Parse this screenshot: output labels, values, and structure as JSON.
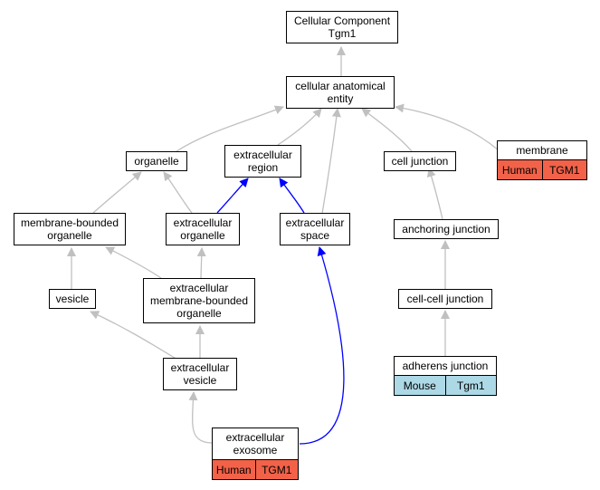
{
  "colors": {
    "edge_gray": "#c0c0c0",
    "edge_blue": "#0000ff",
    "human_badge": "#f26249",
    "mouse_badge": "#add8e6"
  },
  "nodes": {
    "root": {
      "line1": "Cellular Component",
      "line2": "Tgm1"
    },
    "cellular_anatomical_entity": {
      "line1": "cellular anatomical",
      "line2": "entity"
    },
    "organelle": {
      "line1": "organelle"
    },
    "extracellular_region": {
      "line1": "extracellular",
      "line2": "region"
    },
    "cell_junction": {
      "line1": "cell junction"
    },
    "membrane": {
      "line1": "membrane"
    },
    "membrane_bounded_organelle": {
      "line1": "membrane-bounded",
      "line2": "organelle"
    },
    "extracellular_organelle": {
      "line1": "extracellular",
      "line2": "organelle"
    },
    "extracellular_space": {
      "line1": "extracellular",
      "line2": "space"
    },
    "anchoring_junction": {
      "line1": "anchoring junction"
    },
    "vesicle": {
      "line1": "vesicle"
    },
    "extracellular_membrane_bounded_organelle": {
      "line1": "extracellular",
      "line2": "membrane-bounded",
      "line3": "organelle"
    },
    "cell_cell_junction": {
      "line1": "cell-cell junction"
    },
    "extracellular_vesicle": {
      "line1": "extracellular",
      "line2": "vesicle"
    },
    "adherens_junction": {
      "line1": "adherens junction"
    },
    "extracellular_exosome": {
      "line1": "extracellular",
      "line2": "exosome"
    }
  },
  "badges": {
    "membrane": {
      "species": "Human",
      "gene": "TGM1"
    },
    "adherens_junction": {
      "species": "Mouse",
      "gene": "Tgm1"
    },
    "extracellular_exosome": {
      "species": "Human",
      "gene": "TGM1"
    }
  }
}
